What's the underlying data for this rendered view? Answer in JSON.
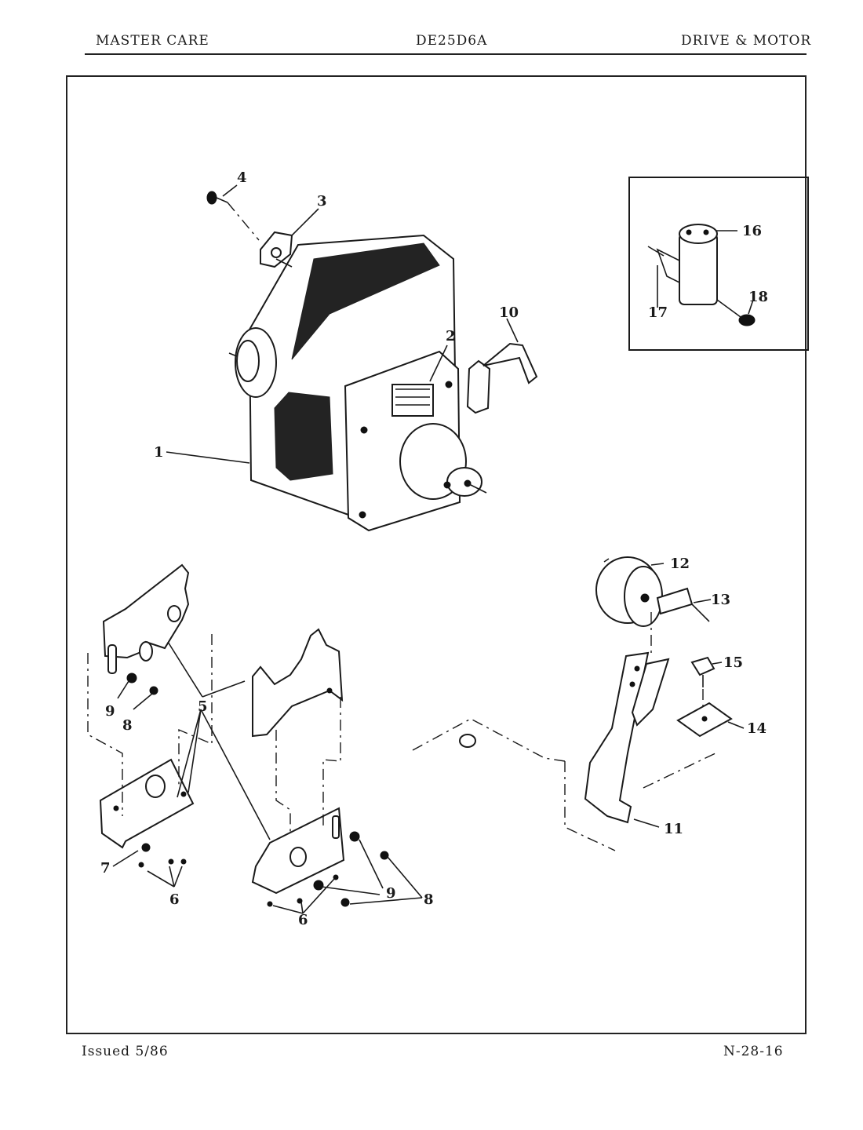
{
  "header": {
    "brand": "MASTER CARE",
    "model": "DE25D6A",
    "section": "DRIVE & MOTOR"
  },
  "footer": {
    "issued": "Issued 5/86",
    "page_code": "N-28-16"
  },
  "callouts": [
    "1",
    "2",
    "3",
    "4",
    "5",
    "6",
    "7",
    "8",
    "9",
    "10",
    "11",
    "12",
    "13",
    "14",
    "15",
    "16",
    "17",
    "18"
  ],
  "callout_labels": {
    "c1": "1",
    "c2": "2",
    "c3": "3",
    "c4": "4",
    "c5a": "5",
    "c6a": "6",
    "c6b": "6",
    "c7": "7",
    "c8a": "8",
    "c8b": "8",
    "c9a": "9",
    "c9b": "9",
    "c10": "10",
    "c11": "11",
    "c12": "12",
    "c13": "13",
    "c14": "14",
    "c15": "15",
    "c16": "16",
    "c17": "17",
    "c18": "18"
  }
}
